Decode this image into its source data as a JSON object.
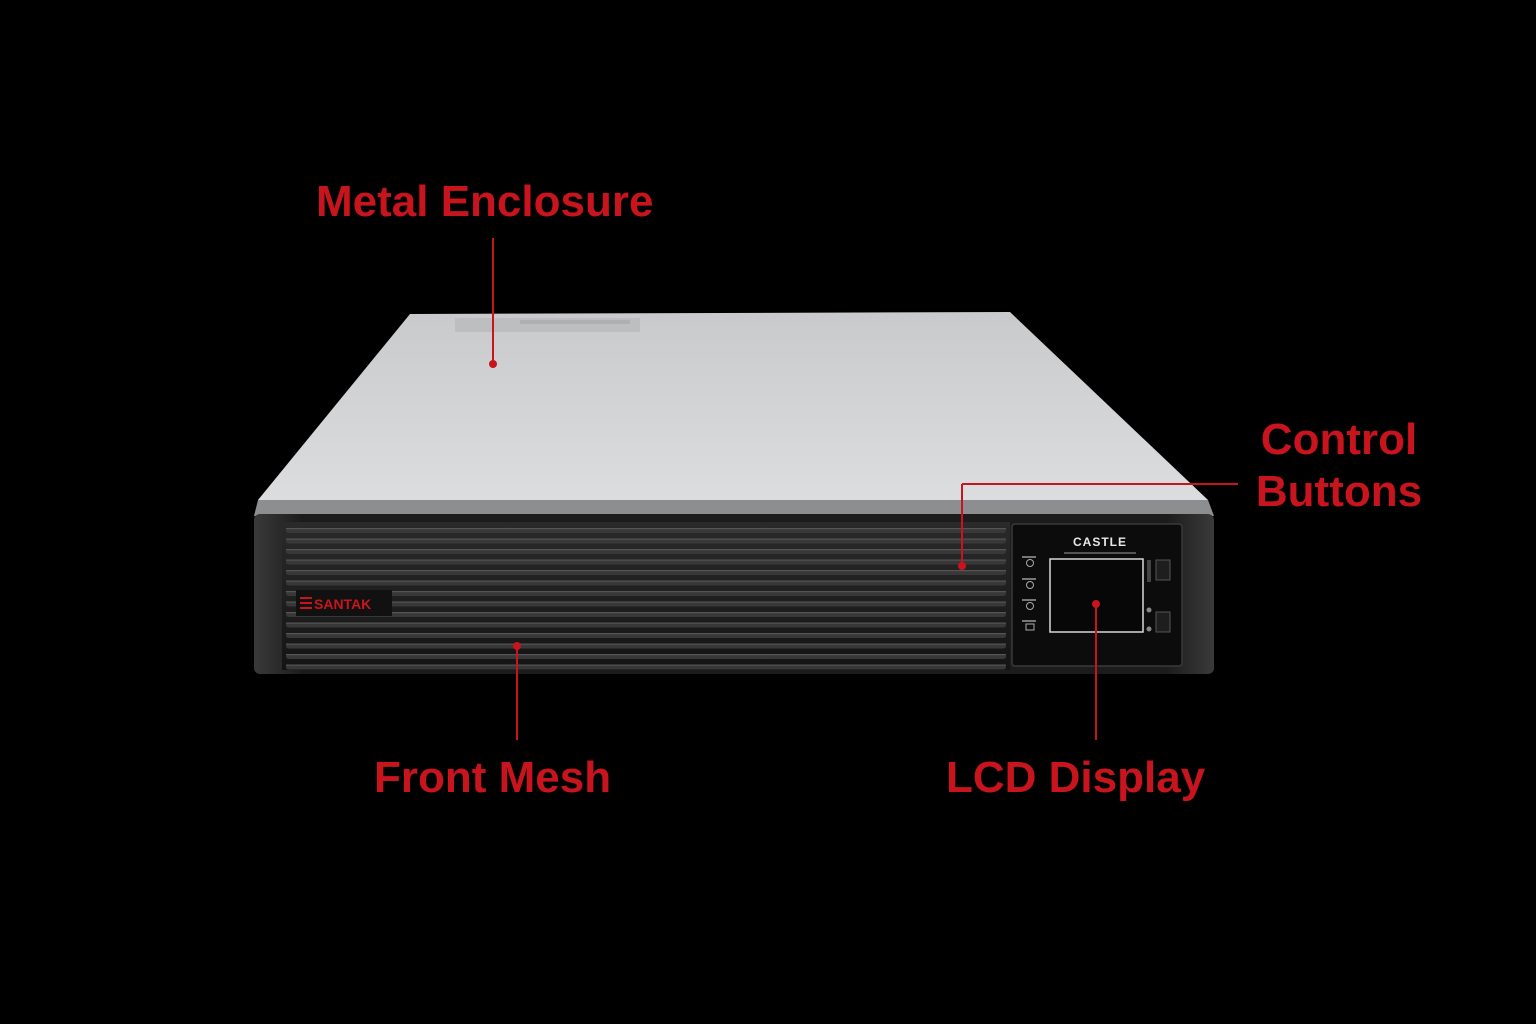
{
  "colors": {
    "accent": "#c8141c",
    "background": "#000000",
    "enclosure_top": "#cfd0d1",
    "front_panel": "#1a1a1a"
  },
  "labels": {
    "metal_enclosure": "Metal Enclosure",
    "control_buttons_line1": "Control",
    "control_buttons_line2": "Buttons",
    "front_mesh": "Front Mesh",
    "lcd_display": "LCD Display"
  },
  "device": {
    "brand": "SANTAK",
    "model": "CASTLE"
  }
}
